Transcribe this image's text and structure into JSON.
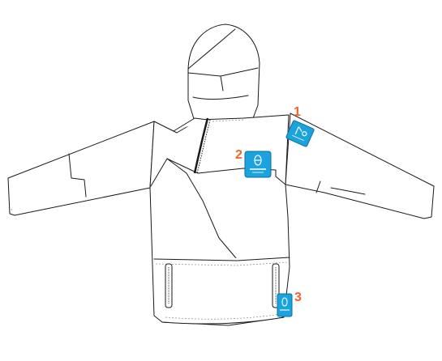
{
  "figure": {
    "colors": {
      "line": "#1a1a1a",
      "stitch": "#8a8a8a",
      "badge_fill": "#1aa3dc",
      "badge_stroke": "#0d6fa0",
      "callout": "#f0642d",
      "background": "#ffffff"
    },
    "callouts": [
      {
        "label": "1"
      },
      {
        "label": "2"
      },
      {
        "label": "3"
      }
    ],
    "badge_icon": "dryjet-logo-icon"
  }
}
